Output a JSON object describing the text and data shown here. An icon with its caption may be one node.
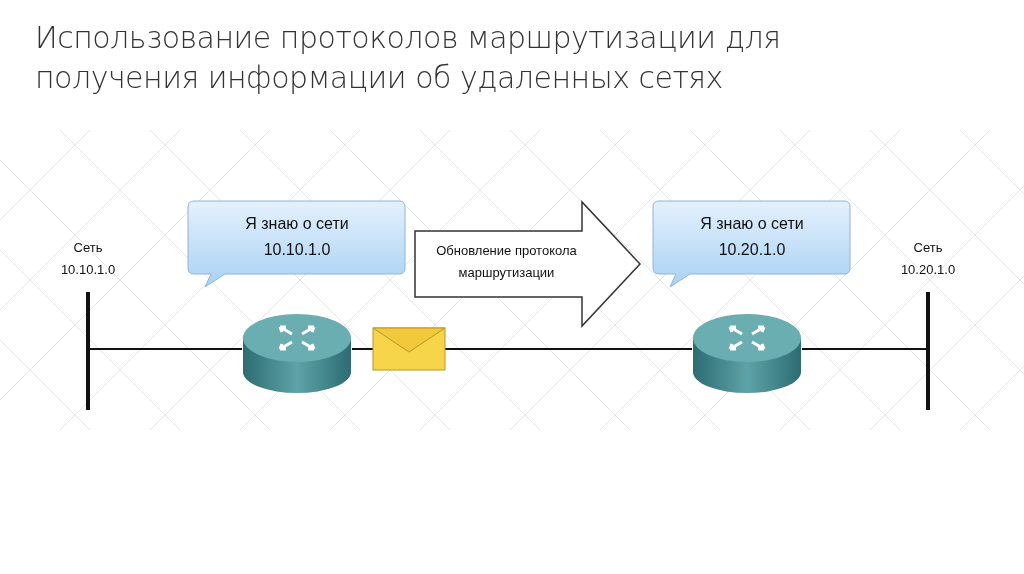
{
  "diagram": {
    "title": "Использование протоколов маршрутизации для получения информации об удаленных сетях",
    "nodes": [
      {
        "text": [],
        "shape": "bar",
        "beside": [
          "Сеть",
          "10.10.1.0"
        ]
      },
      {
        "text": [],
        "shape": "cylinder"
      },
      {
        "text": [
          "Я знаю о сети",
          "10.10.1.0"
        ]
      },
      {
        "text": [],
        "shape": "cylinder"
      },
      {
        "text": [
          "Я знаю о сети",
          "10.20.1.0"
        ]
      },
      {
        "text": [],
        "shape": "bar",
        "beside": [
          "Сеть",
          "10.20.1.0"
        ]
      }
    ],
    "edges": [
      {
        "from": 0,
        "to": 1,
        "arrow": "none"
      },
      {
        "from": 1,
        "to": 3,
        "arrow": "none"
      },
      {
        "from": 3,
        "to": 5,
        "arrow": "none"
      },
      {
        "from": 2,
        "to": 4,
        "arrow": "to",
        "style": "thick",
        "label": "Обновление протокола маршрутизации"
      }
    ]
  }
}
